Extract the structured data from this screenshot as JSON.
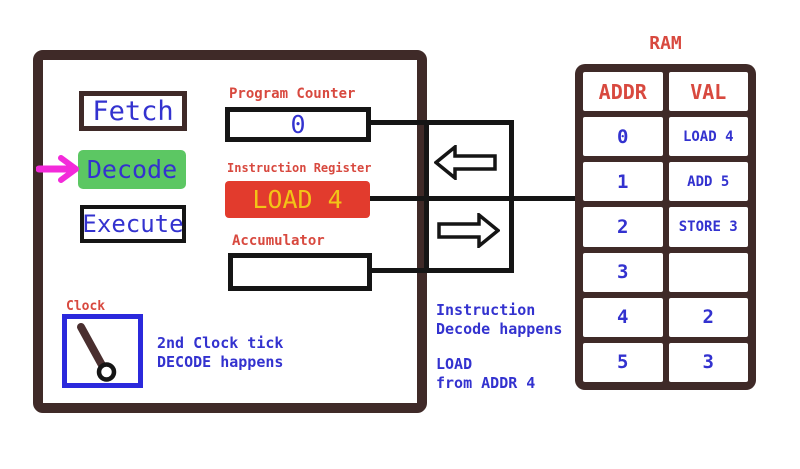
{
  "colors": {
    "brown": "#3F2A28",
    "wire_black": "#151515",
    "text_blue": "#3332CF",
    "label_red": "#D8493F",
    "ir_background_red": "#E23B2D",
    "ir_text_yellow": "#F2C417",
    "active_stage_green": "#5CC763",
    "pointer_magenta": "#F32ADA",
    "clock_border_blue": "#2B29DC"
  },
  "cpu": {
    "stages": [
      {
        "label": "Fetch",
        "state": "inactive"
      },
      {
        "label": "Decode",
        "state": "active"
      },
      {
        "label": "Execute",
        "state": "inactive"
      }
    ],
    "registers": {
      "program_counter": {
        "label": "Program Counter",
        "value": "0"
      },
      "instruction_register": {
        "label": "Instruction Register",
        "value": "LOAD 4"
      },
      "accumulator": {
        "label": "Accumulator",
        "value": ""
      }
    },
    "clock": {
      "label": "Clock",
      "note": {
        "line1": "2nd Clock tick",
        "line2": "DECODE happens"
      }
    }
  },
  "bus": {
    "note_decode": {
      "line1": "Instruction",
      "line2": "Decode happens"
    },
    "note_load": {
      "line1": "LOAD",
      "line2": "from ADDR 4"
    }
  },
  "ram": {
    "title": "RAM",
    "columns": {
      "addr": "ADDR",
      "val": "VAL"
    },
    "rows": [
      {
        "addr": "0",
        "val": "LOAD 4"
      },
      {
        "addr": "1",
        "val": "ADD 5"
      },
      {
        "addr": "2",
        "val": "STORE 3"
      },
      {
        "addr": "3",
        "val": ""
      },
      {
        "addr": "4",
        "val": "2"
      },
      {
        "addr": "5",
        "val": "3"
      }
    ]
  }
}
